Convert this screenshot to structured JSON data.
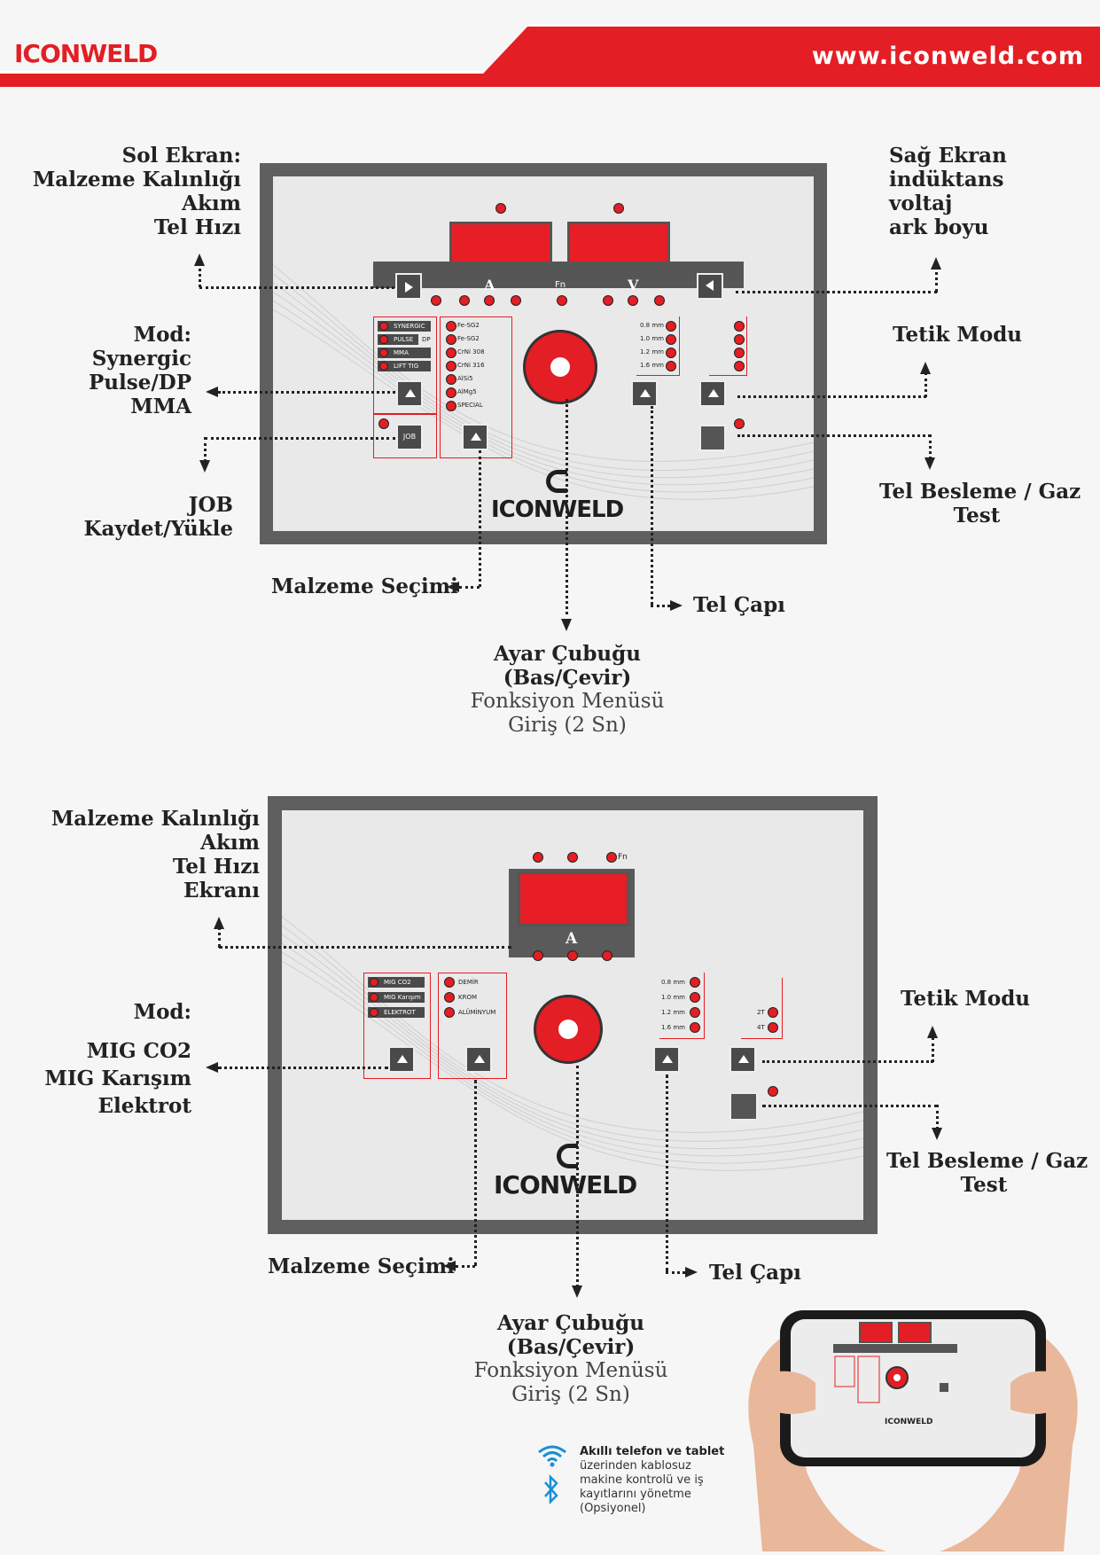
{
  "header": {
    "logo_text": "ICONWELD",
    "website": "www.iconweld.com",
    "colors": {
      "brand_red": "#e31e24",
      "panel_gray": "#5f5f5f"
    }
  },
  "panel1": {
    "labels": {
      "left_screen": [
        "Sol Ekran:",
        "Malzeme Kalınlığı",
        "Akım",
        "Tel Hızı"
      ],
      "right_screen": [
        "Sağ Ekran",
        "indüktans",
        "voltaj",
        "ark boyu"
      ],
      "mode": [
        "Mod:",
        "Synergic",
        "Pulse/DP",
        "MMA"
      ],
      "job": [
        "JOB",
        "Kaydet/Yükle"
      ],
      "trigger": "Tetik Modu",
      "wire_feed": [
        "Tel Besleme / Gaz",
        "Test"
      ],
      "material": "Malzeme Seçimi",
      "wire_diameter": "Tel Çapı",
      "knob_title": [
        "Ayar Çubuğu",
        "(Bas/Çevir)"
      ],
      "knob_sub": [
        "Fonksiyon Menüsü",
        "Giriş (2 Sn)"
      ]
    },
    "mode_tags": [
      "SYNERGIC",
      "PULSE",
      "MMA",
      "LIFT TIG"
    ],
    "dp_tag": "DP",
    "job_button": "JOB",
    "materials": [
      "Fe-SG2",
      "Fe-SG2",
      "CrNi 308",
      "CrNi 316",
      "AlSi5",
      "AlMg5",
      "SPECIAL"
    ],
    "wire_sizes": [
      "0.8 mm",
      "1.0 mm",
      "1.2 mm",
      "1.6 mm"
    ],
    "symbols": {
      "amp": "A",
      "volt": "V",
      "fn": "Fn"
    },
    "brand": "ICONWELD"
  },
  "panel2": {
    "labels": {
      "screen": [
        "Malzeme Kalınlığı",
        "Akım",
        "Tel Hızı",
        "Ekranı"
      ],
      "mode_title": "Mod:",
      "modes": [
        "MIG CO2",
        "MIG Karışım",
        "Elektrot"
      ],
      "trigger": "Tetik Modu",
      "wire_feed": [
        "Tel Besleme / Gaz",
        "Test"
      ],
      "material": "Malzeme Seçimi",
      "wire_diameter": "Tel Çapı",
      "knob_title": [
        "Ayar Çubuğu",
        "(Bas/Çevir)"
      ],
      "knob_sub": [
        "Fonksiyon Menüsü",
        "Giriş (2 Sn)"
      ]
    },
    "mode_tags": [
      "MIG CO2",
      "MIG Karışım",
      "ELEKTROT"
    ],
    "materials": [
      "DEMİR",
      "KROM",
      "ALÜMİNYUM"
    ],
    "wire_sizes": [
      "0.8 mm",
      "1.0 mm",
      "1.2 mm",
      "1.6 mm"
    ],
    "trigger_modes": [
      "2T",
      "4T"
    ],
    "symbols": {
      "amp": "A",
      "fn": "Fn"
    },
    "brand": "ICONWELD"
  },
  "wireless_note": [
    "Akıllı telefon ve tablet",
    "üzerinden kablosuz",
    "makine kontrolü ve iş",
    "kayıtlarını yönetme",
    "(Opsiyonel)"
  ]
}
